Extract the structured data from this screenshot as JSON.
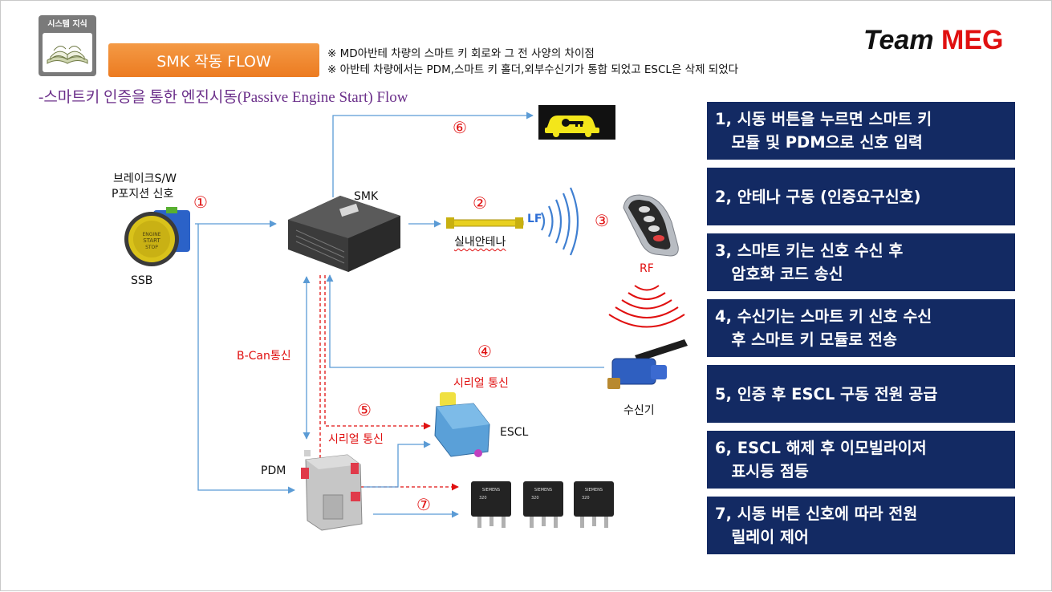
{
  "badge": {
    "label": "시스템 지식",
    "icon": "open-book-icon"
  },
  "flow_button": {
    "label": "SMK 작동 FLOW"
  },
  "notes": [
    "※ MD아반테 차량의 스마트 키 회로와 그 전 사양의 차이점",
    "※ 아반테 차량에서는 PDM,스마트 키 홀더,외부수신기가 통합 되었고 ESCL은 삭제 되었다"
  ],
  "brand": {
    "team": "Team",
    "meg": "MEG"
  },
  "subtitle": "-스마트키 인증을 통한 엔진시동(Passive Engine Start) Flow",
  "diagram": {
    "brake_label_1": "브레이크S/W",
    "brake_label_2": "P포지션 신호",
    "ssb": "SSB",
    "smk": "SMK",
    "antenna": "실내안테나",
    "lf": "LF",
    "rf": "RF",
    "b_can": "B-Can통신",
    "serial_1": "시리얼 통신",
    "serial_2": "시리얼 통신",
    "receiver": "수신기",
    "escl": "ESCL",
    "pdm": "PDM",
    "relay_brand": "SIEMENS",
    "relay_code": "320",
    "numbers": {
      "n1": "①",
      "n2": "②",
      "n3": "③",
      "n4": "④",
      "n5": "⑤",
      "n6": "⑥",
      "n7": "⑦"
    }
  },
  "steps": [
    {
      "line1": "1, 시동 버튼을 누르면 스마트 키",
      "line2": "   모듈 및 PDM으로 신호 입력"
    },
    {
      "line1": "2, 안테나 구동 (인증요구신호)",
      "line2": ""
    },
    {
      "line1": "3, 스마트 키는 신호 수신 후",
      "line2": "   암호화 코드 송신"
    },
    {
      "line1": "4, 수신기는 스마트 키 신호 수신",
      "line2": "   후 스마트 키 모듈로 전송"
    },
    {
      "line1": "5, 인증 후 ESCL 구동 전원 공급",
      "line2": ""
    },
    {
      "line1": "6, ESCL 해제 후 이모빌라이저",
      "line2": "   표시등 점등"
    },
    {
      "line1": "7, 시동 버튼 신호에 따라 전원",
      "line2": "   릴레이 제어"
    }
  ],
  "colors": {
    "navy": "#132a63",
    "orange": "#ee8a2f",
    "red": "#e01010",
    "purple": "#6b2f8a",
    "arrow_blue": "#5b9bd5"
  }
}
